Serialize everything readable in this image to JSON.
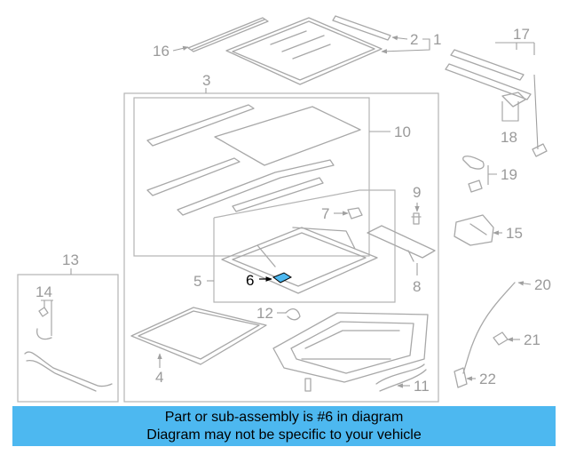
{
  "diagram": {
    "callouts": {
      "c1": "1",
      "c2": "2",
      "c3": "3",
      "c4": "4",
      "c5": "5",
      "c6": "6",
      "c7": "7",
      "c8": "8",
      "c9": "9",
      "c10": "10",
      "c11": "11",
      "c12": "12",
      "c13": "13",
      "c14": "14",
      "c15": "15",
      "c16": "16",
      "c17": "17",
      "c18": "18",
      "c19": "19",
      "c20": "20",
      "c21": "21",
      "c22": "22"
    },
    "highlighted_part": "6",
    "colors": {
      "highlight_part_fill": "#4db8f0",
      "banner_background": "#4db8f0",
      "line_art": "#a8a8a8"
    }
  },
  "banner": {
    "line1": "Part or sub-assembly is #6 in diagram",
    "line2": "Diagram may not be specific to your vehicle"
  }
}
